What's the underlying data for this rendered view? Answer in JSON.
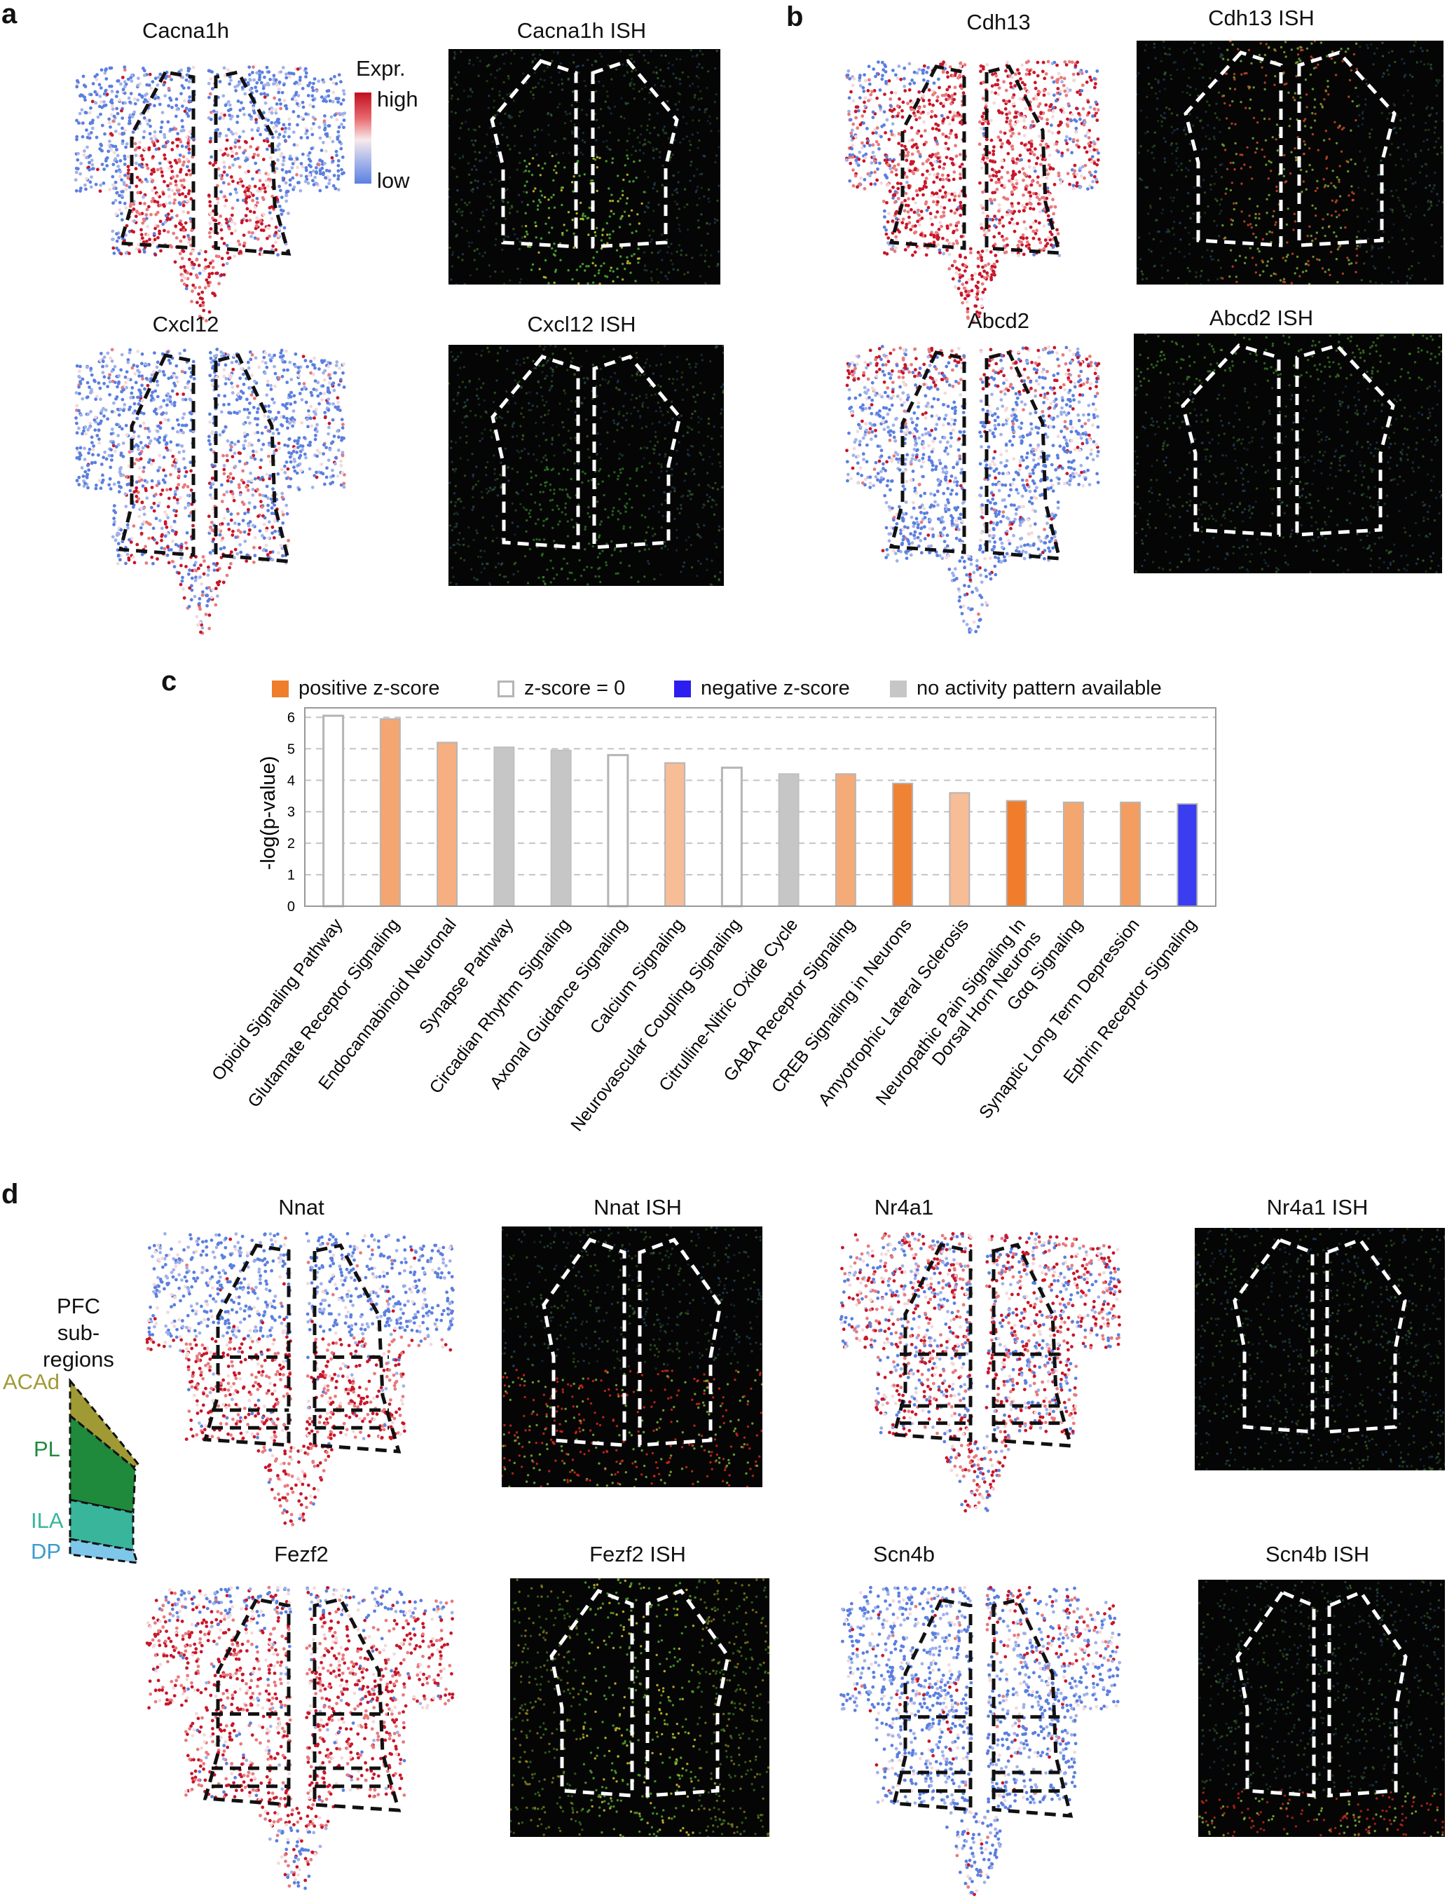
{
  "panels": {
    "a": "a",
    "b": "b",
    "c": "c",
    "d": "d"
  },
  "panel_a": {
    "cacna1h": "Cacna1h",
    "cacna1h_ish": "Cacna1h ISH",
    "cxcl12": "Cxcl12",
    "cxcl12_ish": "Cxcl12 ISH",
    "colorbar": {
      "title": "Expr.",
      "high": "high",
      "low": "low"
    }
  },
  "panel_b": {
    "cdh13": "Cdh13",
    "cdh13_ish": "Cdh13 ISH",
    "abcd2": "Abcd2",
    "abcd2_ish": "Abcd2 ISH"
  },
  "panel_d": {
    "nnat": "Nnat",
    "nnat_ish": "Nnat ISH",
    "nr4a1": "Nr4a1",
    "nr4a1_ish": "Nr4a1 ISH",
    "fezf2": "Fezf2",
    "fezf2_ish": "Fezf2 ISH",
    "scn4b": "Scn4b",
    "scn4b_ish": "Scn4b ISH",
    "pfc_title_line1": "PFC",
    "pfc_title_line2": "sub-regions",
    "regions": {
      "acad": "ACAd",
      "pl": "PL",
      "ila": "ILA",
      "dp": "DP"
    },
    "region_colors": {
      "acad": "#a09a35",
      "pl": "#1f8a3c",
      "ila": "#39b59b",
      "dp": "#7ec7ea"
    }
  },
  "colors": {
    "expr_high": "#c00f1e",
    "expr_low": "#5b7fe0",
    "positive": "#ef7d2c",
    "negative": "#3b3ef0",
    "no_pattern": "#c6c6c6",
    "zero_border": "#b5b5b5"
  },
  "chart_data": {
    "type": "bar",
    "ylabel": "-log(p-value)",
    "ylim": [
      0,
      6.3
    ],
    "yticks": [
      "0",
      "1",
      "2",
      "3",
      "4",
      "5",
      "6"
    ],
    "grid": "horizontal dashed",
    "legend_placement": "top",
    "legend": [
      {
        "label": "positive z-score",
        "kind": "positive"
      },
      {
        "label": "z-score = 0",
        "kind": "zero"
      },
      {
        "label": "negative z-score",
        "kind": "negative"
      },
      {
        "label": "no activity pattern available",
        "kind": "none"
      }
    ],
    "categories": [
      "Opioid Signaling Pathway",
      "Glutamate Receptor Signaling",
      "Endocannabinoid Neuronal",
      "Synapse Pathway",
      "Circadian Rhythm Signaling",
      "Axonal Guidance Signaling",
      "Calcium Signaling",
      "Neurovascular Coupling Signaling",
      "Citrulline-Nitric Oxide Cycle",
      "GABA Receptor Signaling",
      "CREB Signaling in Neurons",
      "Amyotrophic Lateral Sclerosis",
      "Neuropathic Pain Signaling In",
      "Gαq Signaling",
      "Synaptic Long Term Depression",
      "Ephrin Receptor Signaling"
    ],
    "extra_label": "Dorsal Horn Neurons",
    "values": [
      6.05,
      5.95,
      5.2,
      5.05,
      4.95,
      4.8,
      4.55,
      4.4,
      4.2,
      4.2,
      3.9,
      3.6,
      3.35,
      3.3,
      3.3,
      3.25
    ],
    "z_category": [
      "zero",
      "positive",
      "positive",
      "none",
      "none",
      "zero",
      "positive",
      "zero",
      "none",
      "positive",
      "positive",
      "positive",
      "positive",
      "positive",
      "positive",
      "negative"
    ],
    "color_intensity": [
      0,
      0.55,
      0.45,
      0,
      0,
      0,
      0.3,
      0,
      0,
      0.5,
      0.95,
      0.3,
      1.0,
      0.55,
      0.65,
      1.0
    ]
  }
}
